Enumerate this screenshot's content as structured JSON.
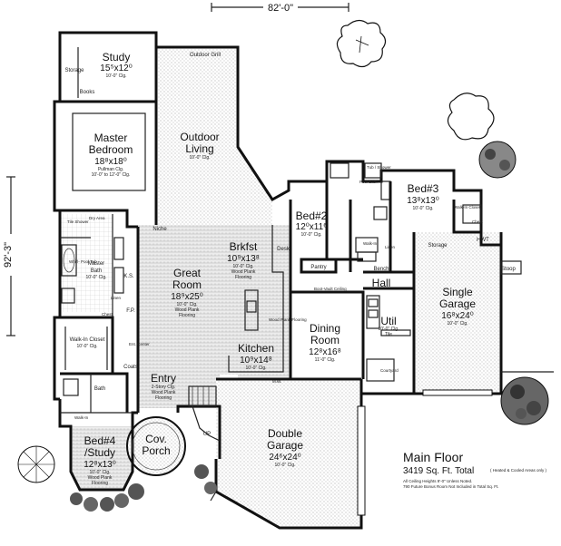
{
  "dimensions": {
    "width_label": "82'-0\"",
    "depth_label": "92'-3\""
  },
  "title": {
    "heading": "Main Floor",
    "sqft": "3419 Sq. Ft. Total",
    "sqft_note": "( Heated & Cooled Areas only )",
    "note1": "All Ceiling Heights 9'-0\" Unless Noted.",
    "note2": "790 Future Bonus Room Not Included in Total Sq. Ft."
  },
  "rooms": {
    "study": {
      "name": "Study",
      "dim": "15⁵x12⁰",
      "note": "10'-0\" Clg."
    },
    "master": {
      "name1": "Master",
      "name2": "Bedroom",
      "dim": "18⁸x18⁰",
      "note1": "Pullman Clg.",
      "note2": "10'-0\" to 12'-0\" Clg."
    },
    "outdoor": {
      "name1": "Outdoor",
      "name2": "Living",
      "note": "10'-0\" Clg."
    },
    "bed2": {
      "name": "Bed#2",
      "dim": "12⁰x11⁶",
      "note": "10'-0\" Clg."
    },
    "bed3": {
      "name": "Bed#3",
      "dim": "13⁸x13⁰",
      "note": "10'-0\" Clg."
    },
    "brkfst": {
      "name": "Brkfst",
      "dim": "10⁹x13⁸",
      "note1": "10'-0\" Clg.",
      "note2": "Wood Plank",
      "note3": "Flooring"
    },
    "great": {
      "name1": "Great",
      "name2": "Room",
      "dim": "18⁹x25⁰",
      "note1": "10'-0\" Clg.",
      "note2": "Wood Plank",
      "note3": "Flooring"
    },
    "kitchen": {
      "name": "Kitchen",
      "dim": "10⁹x14⁸",
      "note": "10'-0\" Clg."
    },
    "single": {
      "name1": "Single",
      "name2": "Garage",
      "dim": "16⁸x24⁰",
      "note": "10'-0\" Clg."
    },
    "dining": {
      "name1": "Dining",
      "name2": "Room",
      "dim": "12⁸x16⁸",
      "note": "11'-0\" Clg."
    },
    "util": {
      "name": "Util",
      "note1": "10'-0\" Clg.",
      "note2": "Tile"
    },
    "entry": {
      "name": "Entry",
      "note1": "2-Story Clg.",
      "note2": "Wood Plank",
      "note3": "Flooring"
    },
    "porch": {
      "name1": "Cov.",
      "name2": "Porch"
    },
    "bed4": {
      "name1": "Bed#4",
      "name2": "/Study",
      "dim": "12⁸x13⁰",
      "note1": "10'-0\" Clg.",
      "note2": "Wood Plank",
      "note3": "Flooring"
    },
    "double": {
      "name1": "Double",
      "name2": "Garage",
      "dim": "24⁶x24⁰",
      "note": "10'-0\" Clg."
    }
  },
  "labels": {
    "storage": "Storage",
    "books": "Books",
    "outdoor_grill": "Outdoor Grill",
    "tile_shower": "Tile Shower",
    "dry_area": "Dry Area",
    "whirlpool": "Whirl- Pool Tub",
    "master_bath1": "Master",
    "master_bath2": "Bath",
    "master_bath_clg": "10'-0\" Clg.",
    "linen": "Linen",
    "chest": "Chest",
    "walkin": "Walk-In Closet",
    "walkin_clg": "10'-0\" Clg.",
    "ent_center": "Ent. Center",
    "coats": "Coats",
    "bath": "Bath",
    "walkin_short": "Walk-In",
    "niche": "Niche",
    "desk": "Desk",
    "pantry": "Pantry",
    "hall": "Hall",
    "bench": "Bench",
    "linen2": "Linen",
    "pool_bath": "Pool Bath",
    "tub_shower": "Tub / Shower",
    "walkin_closet2": "Walk-In Closet",
    "chest2": "Chest",
    "stoop": "Stoop",
    "hwt": "HWT",
    "courtyard": "Courtyard",
    "up": "UP",
    "boot_vault": "Boot-Vault Ceiling",
    "wood_plank": "Wood Plank Flooring",
    "mw": "M.W.",
    "ks": "K.S.",
    "fp": "F.P."
  }
}
